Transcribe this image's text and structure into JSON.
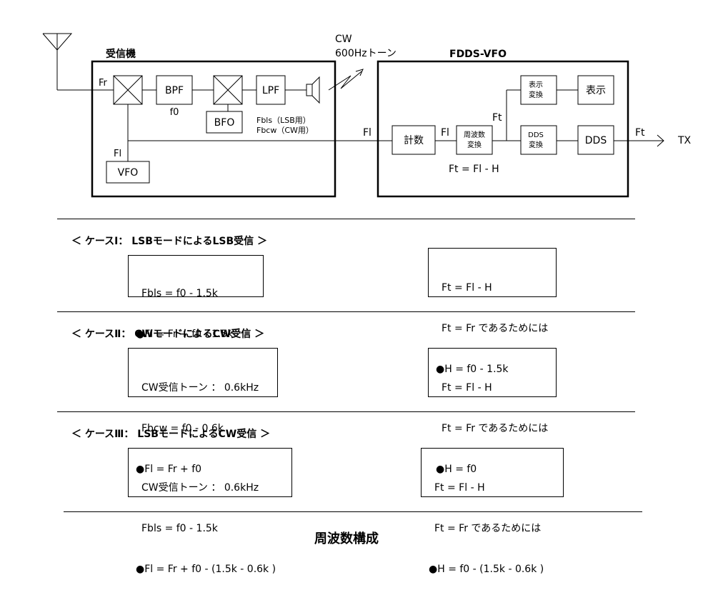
{
  "diagram": {
    "receiver_title": "受信機",
    "fdds_title": "FDDS-VFO",
    "cw_label": "CW",
    "tone_label": "600Hzトーン",
    "fr_label": "Fr",
    "bpf_label": "BPF",
    "f0_label": "f0",
    "lpf_label": "LPF",
    "bfo_label": "BFO",
    "fbls_note": "Fbls（LSB用）",
    "fbcw_note": "Fbcw（CW用）",
    "fl_vfo_label": "Fl",
    "vfo_label": "VFO",
    "fl_out_label": "Fl",
    "count_label": "計数",
    "fl_mid_label": "Fl",
    "freq_conv_line1": "周波数",
    "freq_conv_line2": "変換",
    "ft_up_label": "Ft",
    "disp_conv_line1": "表示",
    "disp_conv_line2": "変換",
    "display_label": "表示",
    "dds_conv_line1": "DDS",
    "dds_conv_line2": "変換",
    "dds_label": "DDS",
    "ft_out_label": "Ft",
    "tx_label": "TX",
    "formula": "Ft = Fl - H"
  },
  "cases": [
    {
      "title": "＜ ケースⅠ： LSBモードによるLSB受信 ＞",
      "left_lines": [
        "Fbls = f0 - 1.5k",
        "●Fl = Fr + f0 - 1.5k"
      ],
      "right_lines": [
        "Ft = Fl - H",
        "Ft = Fr であるためには",
        "●H = f0 - 1.5k"
      ]
    },
    {
      "title": "＜ ケースⅡ： CWモードによるCW受信 ＞",
      "left_lines": [
        "CW受信トーン ： 0.6kHz",
        "Fbcw = f0 - 0.6k",
        "●Fl = Fr + f0"
      ],
      "right_lines": [
        "Ft = Fl - H",
        "Ft = Fr であるためには",
        "●H = f0"
      ]
    },
    {
      "title": "＜ ケースⅢ： LSBモードによるCW受信 ＞",
      "left_lines": [
        "CW受信トーン ： 0.6kHz",
        "Fbls = f0 - 1.5k",
        "●Fl = Fr + f0 - (1.5k - 0.6k )"
      ],
      "right_lines": [
        "Ft = Fl - H",
        "Ft = Fr であるためには",
        "●H = f0 - (1.5k - 0.6k )"
      ]
    }
  ],
  "footer": "周波数構成"
}
